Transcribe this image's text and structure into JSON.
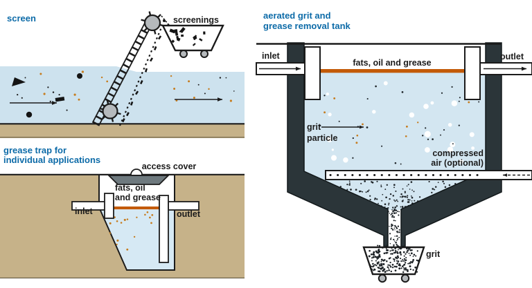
{
  "colors": {
    "title_blue": "#0d6ba8",
    "ink": "#1b1b1b",
    "water_screen": "#cde2ee",
    "water_trap": "#d6e9f4",
    "water_tank": "#d3e6f1",
    "ground_tan": "#c6b289",
    "wall_dark": "#2b3539",
    "cover_gray": "#6e797e",
    "wheel_gray": "#b5b9bc",
    "grease_orange": "#c35a08",
    "particle_orange": "#c67c1e",
    "bubble_white": "#ffffff"
  },
  "screen_panel": {
    "title": "screen",
    "screenings_label": "screenings"
  },
  "grease_trap_panel": {
    "title_line1": "grease trap for",
    "title_line2": "individual applications",
    "access_cover_label": "access cover",
    "fats_line1": "fats, oil",
    "fats_line2": "and grease",
    "inlet_label": "inlet",
    "outlet_label": "outlet"
  },
  "aerated_panel": {
    "title_line1": "aerated grit and",
    "title_line2": "grease removal tank",
    "inlet_label": "inlet",
    "outlet_label": "outlet",
    "fats_label": "fats, oil and grease",
    "grit_pointer_line1": "grit",
    "grit_pointer_line2": "particle",
    "air_line1": "compressed",
    "air_line2": "air (optional)",
    "grit_cart_label": "grit"
  },
  "particles": [
    {
      "target": "p1-dots",
      "shape": "circle",
      "color": "#1a1a1a",
      "seed": 11,
      "count": 8,
      "region": [
        14,
        100,
        140,
        70
      ],
      "rmin": 0.8,
      "rmax": 1.3
    },
    {
      "target": "p1-dots",
      "shape": "circle",
      "color": "#c67c1e",
      "seed": 12,
      "count": 7,
      "region": [
        20,
        102,
        135,
        66
      ],
      "rmin": 1.2,
      "rmax": 1.7
    },
    {
      "target": "p1-dots-right",
      "shape": "circle",
      "color": "#c67c1e",
      "seed": 13,
      "count": 7,
      "region": [
        242,
        108,
        105,
        58
      ],
      "rmin": 1.2,
      "rmax": 1.7
    },
    {
      "target": "p1-dots-right",
      "shape": "circle",
      "color": "#1a1a1a",
      "seed": 14,
      "count": 5,
      "region": [
        252,
        112,
        98,
        55
      ],
      "rmin": 0.8,
      "rmax": 1.2
    },
    {
      "target": "p1-cart-fill",
      "shape": "rect",
      "color": "#141414",
      "seed": 15,
      "count": 15,
      "region": [
        243,
        43,
        60,
        22
      ],
      "wmin": 3,
      "wmax": 8,
      "hmin": 2,
      "hmax": 4.5
    },
    {
      "target": "p2-dots",
      "shape": "circle",
      "color": "#c67c1e",
      "seed": 21,
      "count": 12,
      "region": [
        152,
        101,
        74,
        26
      ],
      "rmin": 1.1,
      "rmax": 1.6
    },
    {
      "target": "p2-dots",
      "shape": "circle",
      "color": "#c67c1e",
      "seed": 22,
      "count": 5,
      "region": [
        158,
        128,
        58,
        42
      ],
      "rmin": 1.1,
      "rmax": 1.6
    },
    {
      "target": "p3-water-fx",
      "shape": "circle",
      "color": "#ffffff",
      "seed": 31,
      "count": 20,
      "region": [
        100,
        115,
        226,
        122
      ],
      "rmin": 1.6,
      "rmax": 4.6
    },
    {
      "target": "p3-water-fx",
      "shape": "circle",
      "color": "#20262a",
      "seed": 32,
      "count": 26,
      "region": [
        95,
        110,
        235,
        128
      ],
      "rmin": 0.9,
      "rmax": 1.4
    },
    {
      "target": "p3-water-fx",
      "shape": "circle",
      "color": "#c67c1e",
      "seed": 33,
      "count": 9,
      "region": [
        100,
        110,
        220,
        118
      ],
      "rmin": 1.1,
      "rmax": 1.5
    },
    {
      "target": "p3-settle",
      "shape": "circle",
      "color": "#20262a",
      "seed": 34,
      "count": 60,
      "region": [
        82,
        262,
        244,
        16
      ],
      "rmin": 0.8,
      "rmax": 1.4
    },
    {
      "target": "p3-settle",
      "shape": "circle",
      "color": "#20262a",
      "seed": 35,
      "count": 75,
      "region": [
        95,
        277,
        214,
        14
      ],
      "rmin": 0.8,
      "rmax": 1.4
    },
    {
      "target": "p3-settle",
      "shape": "circle",
      "color": "#20262a",
      "seed": 36,
      "count": 90,
      "region": [
        130,
        289,
        148,
        13
      ],
      "rmin": 0.8,
      "rmax": 1.4
    },
    {
      "target": "p3-settle",
      "shape": "circle",
      "color": "#20262a",
      "seed": 37,
      "count": 55,
      "region": [
        168,
        299,
        72,
        10
      ],
      "rmin": 0.8,
      "rmax": 1.4
    },
    {
      "target": "p3-chute",
      "shape": "circle",
      "color": "#20262a",
      "seed": 38,
      "count": 45,
      "region": [
        197,
        306,
        15,
        50
      ],
      "rmin": 0.7,
      "rmax": 1.3
    },
    {
      "target": "p3-cartgrit",
      "shape": "circle",
      "color": "#1d2226",
      "seed": 39,
      "count": 170,
      "region": [
        168,
        362,
        71,
        32
      ],
      "rmin": 0.9,
      "rmax": 1.5
    },
    {
      "target": "p3-cartgrit",
      "shape": "circle",
      "color": "#1d2226",
      "seed": 40,
      "count": 35,
      "region": [
        180,
        355,
        47,
        8
      ],
      "rmin": 0.9,
      "rmax": 1.4
    }
  ]
}
